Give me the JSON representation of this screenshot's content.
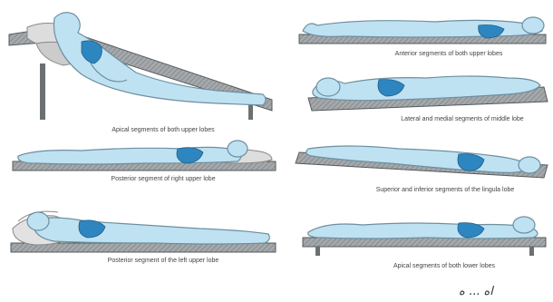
{
  "colors": {
    "body_fill": "#bfe2f2",
    "body_stroke": "#6d8fa0",
    "lung_fill": "#2e86c1",
    "bed_fill": "#9a9ea1",
    "bed_stroke": "#555a5e",
    "caption_text": "#444444"
  },
  "captions": {
    "apical_upper": "Apical segments of both upper lobes",
    "anterior_upper": "Anterior segments of both upper lobes",
    "lateral_medial_middle": "Lateral and medial segments of middle lobe",
    "posterior_right_upper": "Posterior segment of right upper lobe",
    "superior_inferior_lingula": "Superior and inferior segments of the lingula lobe",
    "posterior_left_upper": "Posterior segment of the left upper lobe",
    "apical_lower": "Apical segments of both lower lobes"
  },
  "signature": "اه ... ه"
}
